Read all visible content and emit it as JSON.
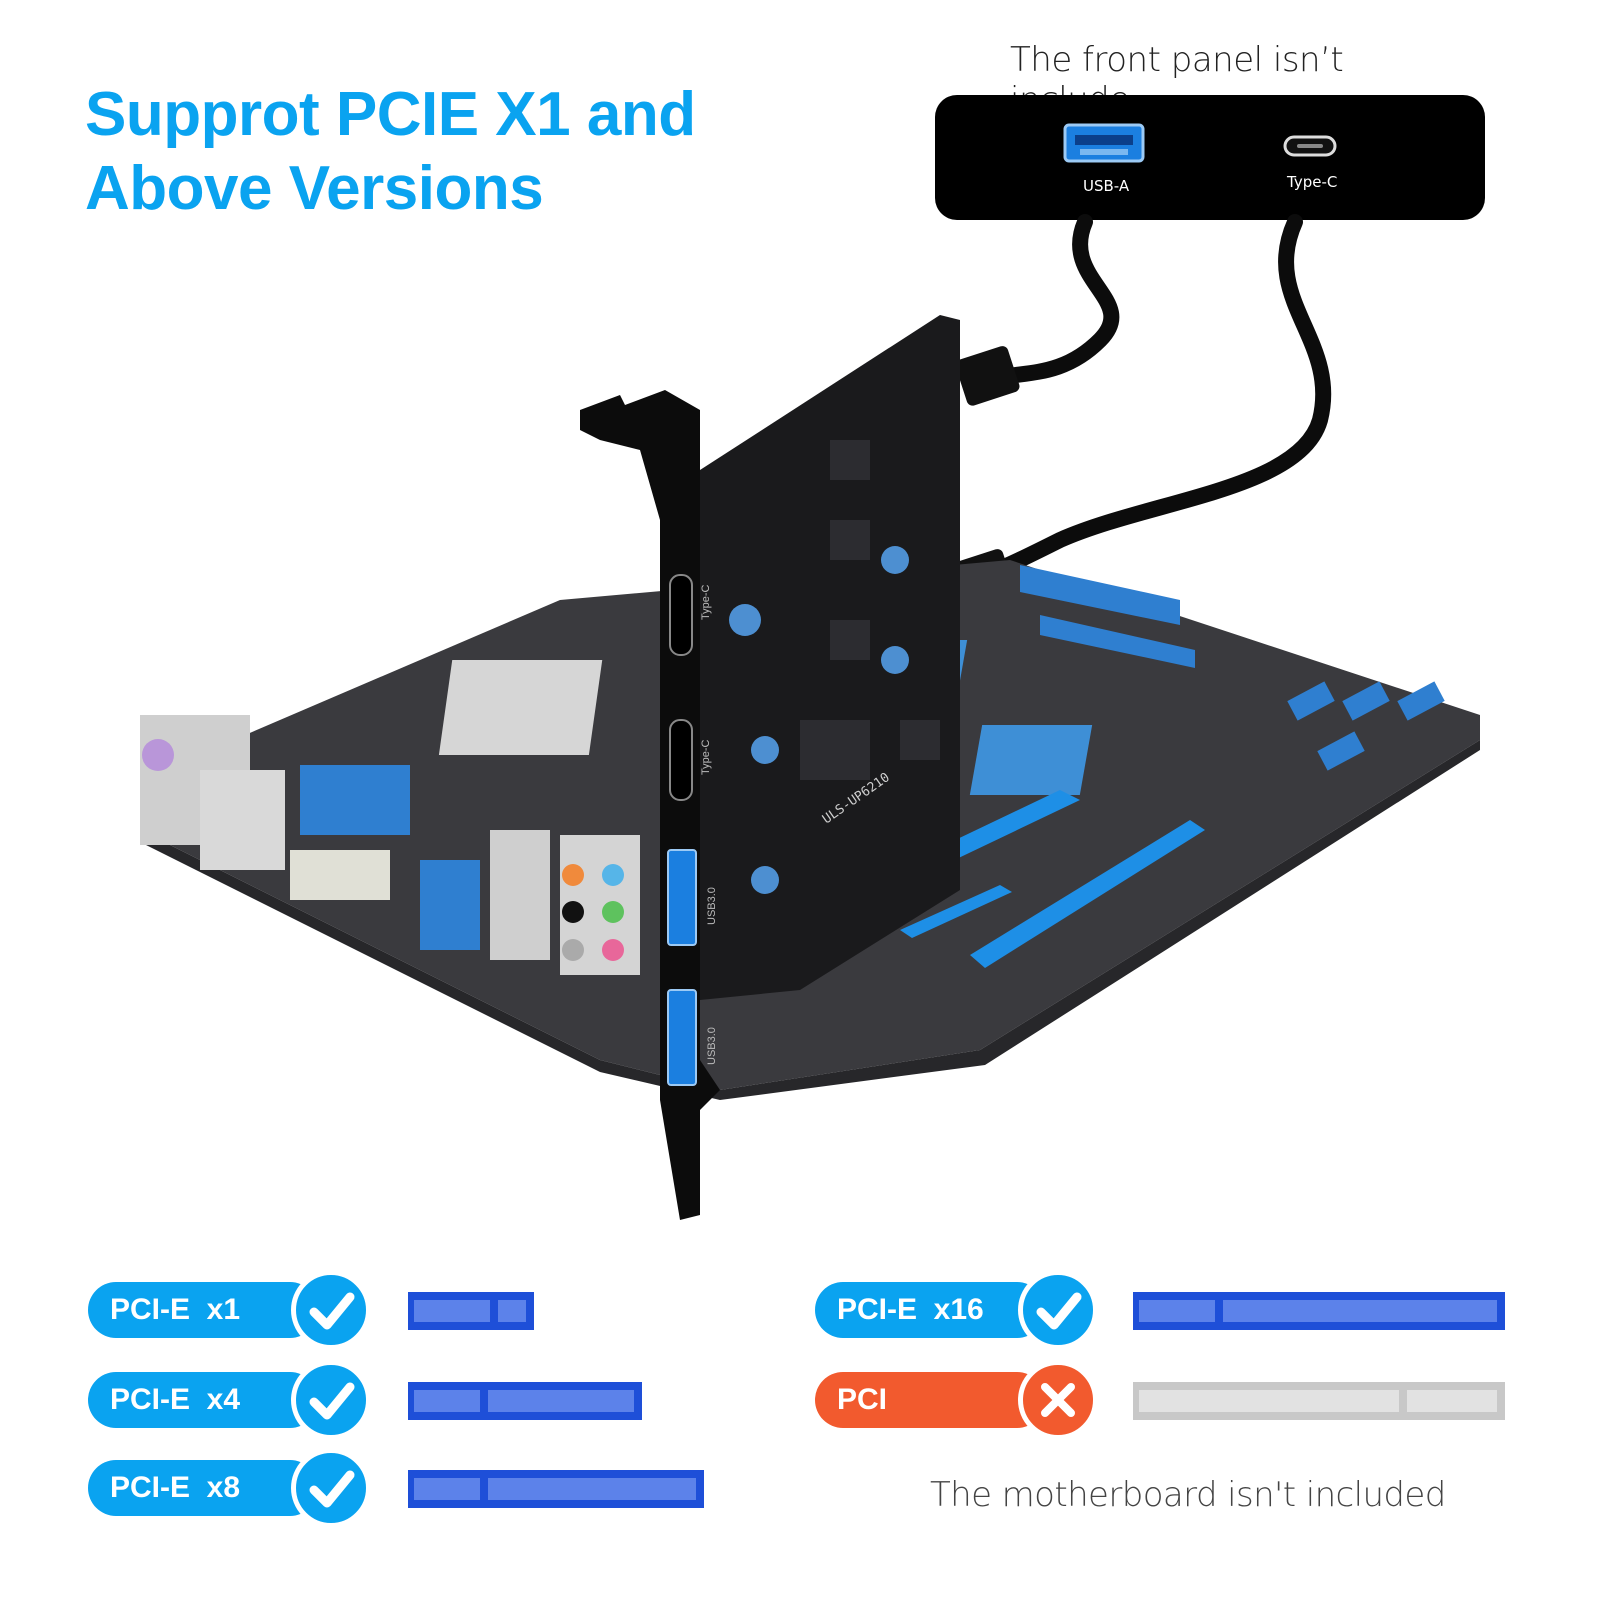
{
  "headline": {
    "line1": "Supprot PCIE X1 and",
    "line2": "Above Versions",
    "color": "#0aa3f0"
  },
  "front_panel": {
    "note": "The front panel isn’t include",
    "ports": [
      {
        "label": "USB-A",
        "icon": "usb-a-port-icon"
      },
      {
        "label": "Type-C",
        "icon": "usb-c-port-icon"
      }
    ]
  },
  "card": {
    "model": "ULS-UP6210",
    "ports": [
      "Type-C",
      "Type-C",
      "USB3.0",
      "USB3.0"
    ]
  },
  "compatibility": [
    {
      "label": "PCI-E  x1",
      "supported": true,
      "color": "#0aa3f0"
    },
    {
      "label": "PCI-E  x4",
      "supported": true,
      "color": "#0aa3f0"
    },
    {
      "label": "PCI-E  x8",
      "supported": true,
      "color": "#0aa3f0"
    },
    {
      "label": "PCI-E  x16",
      "supported": true,
      "color": "#0aa3f0"
    },
    {
      "label": "PCI",
      "supported": false,
      "color": "#f25a2e"
    }
  ],
  "motherboard_note": "The motherboard isn't included",
  "colors": {
    "slot_blue": "#1e4fd8",
    "slot_grey": "#c8c8c8",
    "pcb": "#3a3a3e",
    "accent_blue": "#3e8fd6"
  }
}
